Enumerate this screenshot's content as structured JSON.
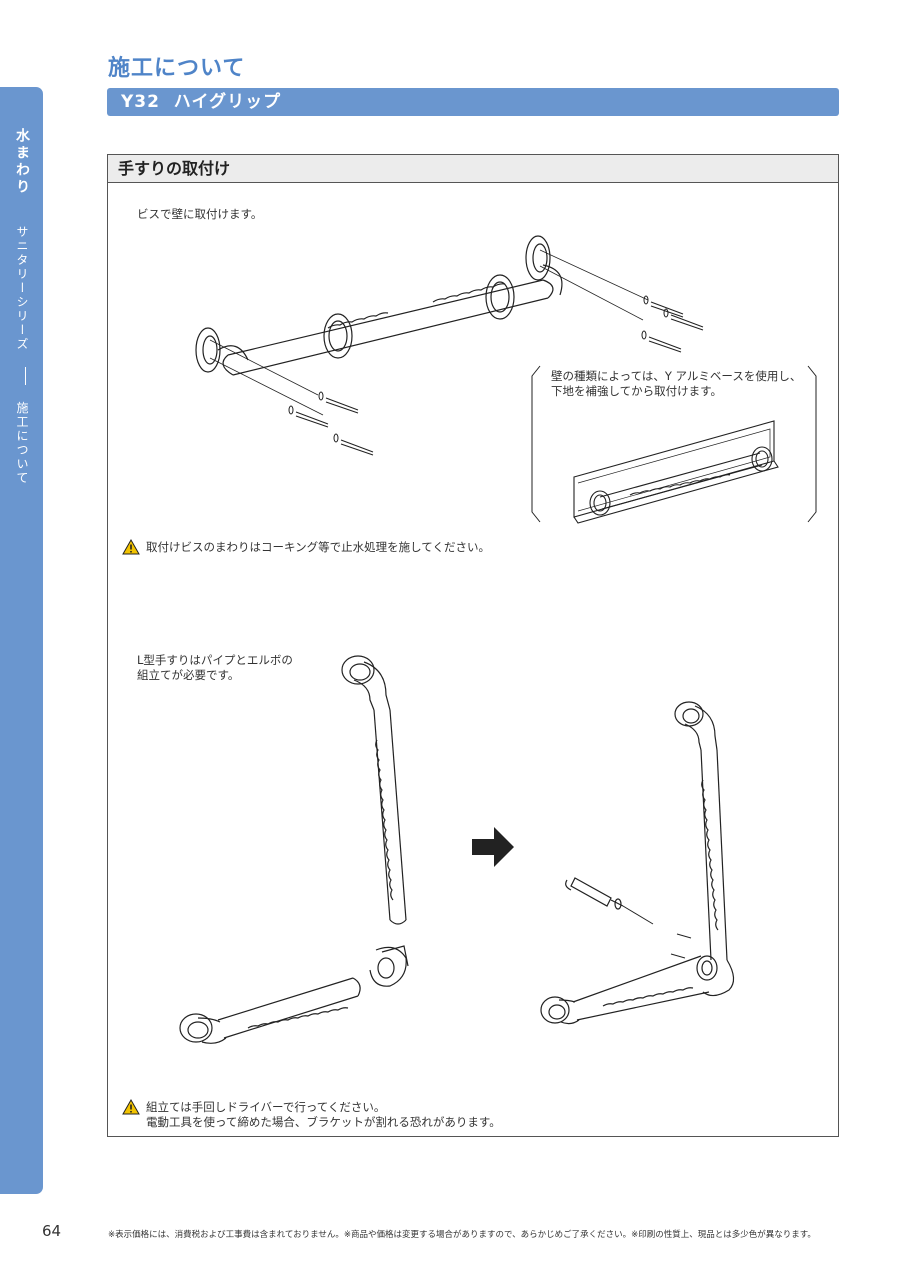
{
  "sidebar": {
    "category": "水まわり",
    "series": "サニタリーシリーズ",
    "section": "施工について"
  },
  "page": {
    "title": "施工について",
    "product_bar": "Y32  ハイグリップ",
    "page_number": "64",
    "footer": "※表示価格には、消費税および工事費は含まれておりません。※商品や価格は変更する場合がありますので、あらかじめご了承ください。※印刷の性質上、現品とは多少色が異なります。"
  },
  "panel": {
    "header": "手すりの取付け",
    "screw_note": "ビスで壁に取付けます。",
    "base_note_line1": "壁の種類によっては、Y アルミベースを使用し、",
    "base_note_line2": "下地を補強してから取付けます。",
    "warning1": "取付けビスのまわりはコーキング等で止水処理を施してください。",
    "lshape_note_line1": "L型手すりはパイプとエルボの",
    "lshape_note_line2": "組立てが必要です。",
    "warning2_line1": "組立ては手回しドライバーで行ってください。",
    "warning2_line2": "電動工具を使って締めた場合、ブラケットが割れる恐れがあります。"
  },
  "icons": {
    "warning": "warning-triangle-icon",
    "arrow": "arrow-right-icon"
  },
  "colors": {
    "accent": "#6a96cf",
    "title": "#4f84c8",
    "warning_fill": "#f2c300"
  }
}
